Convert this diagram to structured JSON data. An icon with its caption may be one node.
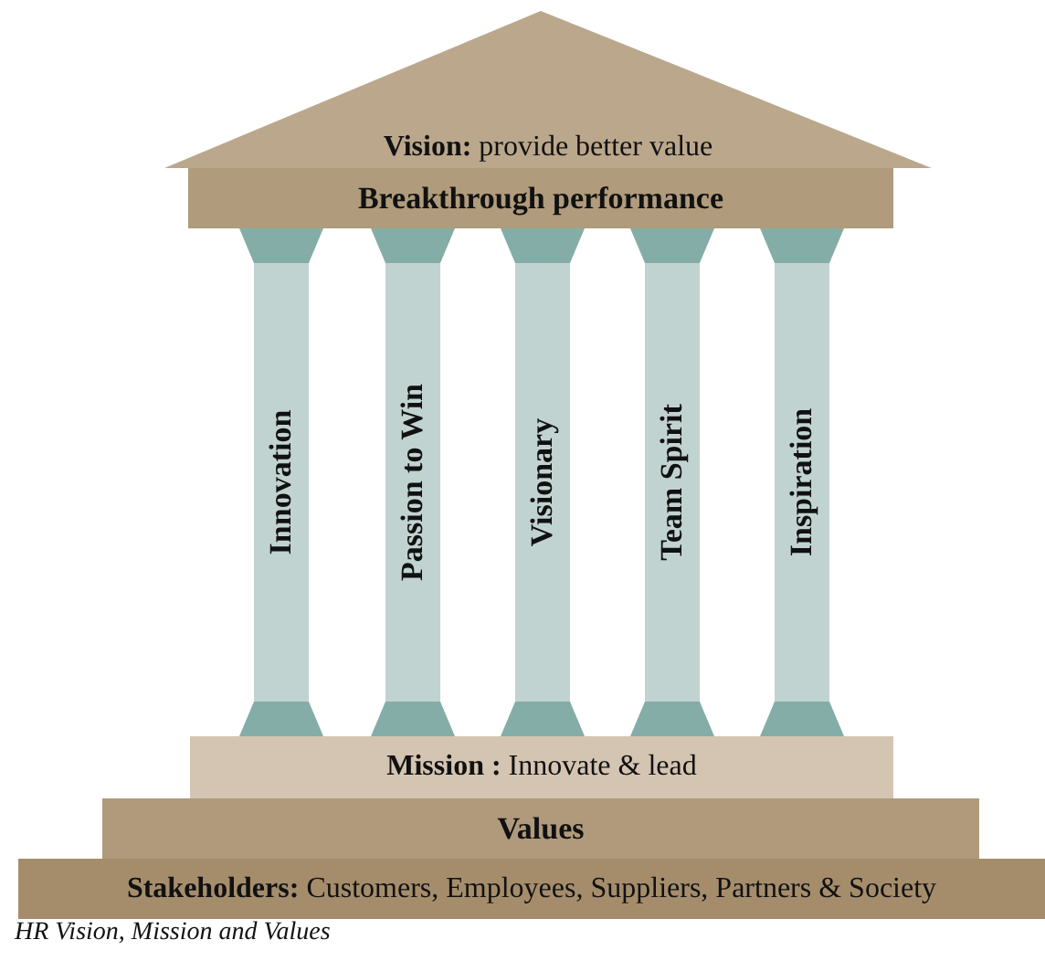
{
  "diagram": {
    "caption": "HR Vision, Mission and Values",
    "nodes": [
      {
        "text": [
          "**Vision:** provide better value"
        ]
      },
      {
        "text": [
          "Breakthrough performance"
        ]
      },
      {
        "text": [
          "Innovation"
        ]
      },
      {
        "text": [
          "Passion to Win"
        ]
      },
      {
        "text": [
          "Visionary"
        ]
      },
      {
        "text": [
          "Team Spirit"
        ]
      },
      {
        "text": [
          "Inspiration"
        ]
      },
      {
        "text": [
          "**Mission :** Innovate & lead"
        ]
      },
      {
        "text": [
          "Values"
        ]
      },
      {
        "text": [
          "**Stakeholders:** Customers, Employees, Suppliers, Partners & Society"
        ]
      }
    ]
  }
}
